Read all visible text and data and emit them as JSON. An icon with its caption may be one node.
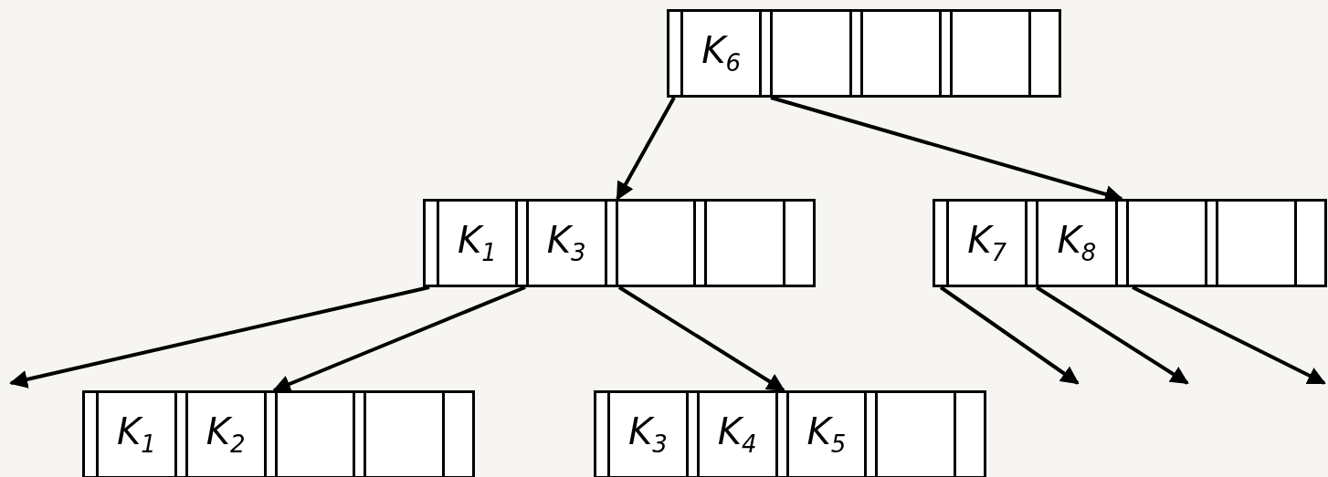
{
  "diagram": {
    "nodes": [
      {
        "text": [],
        "shape": "box"
      },
      {
        "text": [
          "K$_{6}$"
        ],
        "in": 0
      },
      {
        "text": [],
        "shape": "box",
        "in": 0
      },
      {
        "text": [],
        "shape": "box",
        "in": 0
      },
      {
        "text": [],
        "shape": "box",
        "in": 0
      },
      {
        "text": [],
        "shape": "box"
      },
      {
        "text": [
          "K$_{1}$"
        ],
        "in": 5
      },
      {
        "text": [
          "K$_{3}$"
        ],
        "in": 5
      },
      {
        "text": [],
        "shape": "box",
        "in": 5
      },
      {
        "text": [],
        "shape": "box",
        "in": 5
      },
      {
        "text": [],
        "shape": "box"
      },
      {
        "text": [
          "K$_{7}$"
        ],
        "in": 10
      },
      {
        "text": [
          "K$_{8}$"
        ],
        "in": 10
      },
      {
        "text": [],
        "shape": "box",
        "in": 10
      },
      {
        "text": [],
        "shape": "box",
        "in": 10
      },
      {
        "text": [],
        "shape": "box"
      },
      {
        "text": [
          "K$_{1}$"
        ],
        "in": 15
      },
      {
        "text": [
          "K$_{2}$"
        ],
        "in": 15
      },
      {
        "text": [],
        "shape": "box",
        "in": 15
      },
      {
        "text": [],
        "shape": "box",
        "in": 15
      },
      {
        "text": [],
        "shape": "box"
      },
      {
        "text": [
          "K$_{3}$"
        ],
        "in": 20
      },
      {
        "text": [
          "K$_{4}$"
        ],
        "in": 20
      },
      {
        "text": [
          "K$_{5}$"
        ],
        "in": 20
      },
      {
        "text": [],
        "shape": "box",
        "in": 20
      }
    ],
    "edges": [
      {
        "from": 0,
        "to": 5,
        "arrow": "to"
      },
      {
        "from": 0,
        "to": 10,
        "arrow": "to"
      },
      {
        "from": 5,
        "to": null,
        "arrow": "to"
      },
      {
        "from": 5,
        "to": 15,
        "arrow": "to"
      },
      {
        "from": 5,
        "to": 20,
        "arrow": "to"
      },
      {
        "from": 10,
        "to": null,
        "arrow": "to"
      },
      {
        "from": 10,
        "to": null,
        "arrow": "to"
      },
      {
        "from": 10,
        "to": null,
        "arrow": "to"
      }
    ]
  }
}
